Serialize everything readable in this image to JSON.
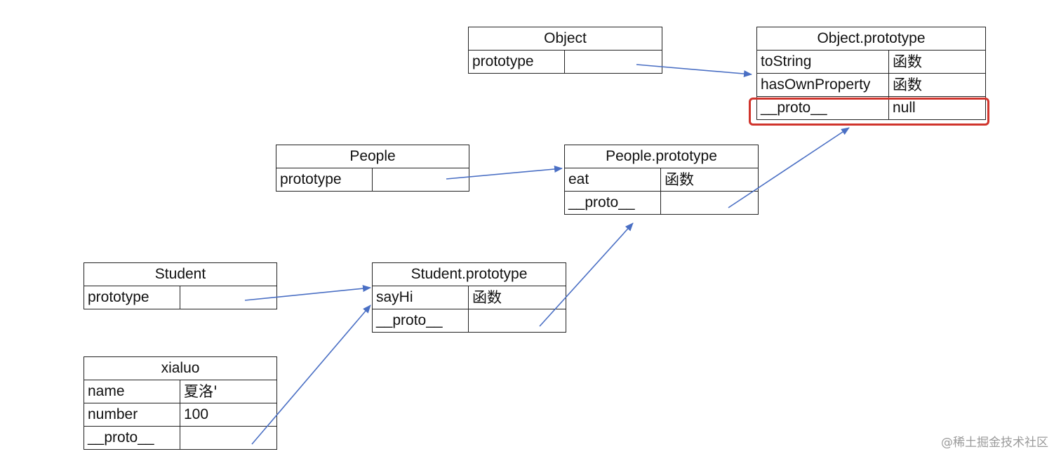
{
  "object": {
    "title": "Object",
    "rows": [
      [
        "prototype",
        ""
      ]
    ]
  },
  "object_prototype": {
    "title": "Object.prototype",
    "rows": [
      [
        "toString",
        "函数"
      ],
      [
        "hasOwnProperty",
        "函数"
      ],
      [
        "__proto__",
        "null"
      ]
    ]
  },
  "people": {
    "title": "People",
    "rows": [
      [
        "prototype",
        ""
      ]
    ]
  },
  "people_prototype": {
    "title": "People.prototype",
    "rows": [
      [
        "eat",
        "函数"
      ],
      [
        "__proto__",
        ""
      ]
    ]
  },
  "student": {
    "title": "Student",
    "rows": [
      [
        "prototype",
        ""
      ]
    ]
  },
  "student_prototype": {
    "title": "Student.prototype",
    "rows": [
      [
        "sayHi",
        "函数"
      ],
      [
        "__proto__",
        ""
      ]
    ]
  },
  "xialuo": {
    "title": "xialuo",
    "rows": [
      [
        "name",
        "夏洛'"
      ],
      [
        "number",
        "100"
      ],
      [
        "__proto__",
        ""
      ]
    ]
  },
  "colors": {
    "arrow": "#4a6fc4",
    "highlight": "#d0342c"
  },
  "watermark": "@稀土掘金技术社区"
}
